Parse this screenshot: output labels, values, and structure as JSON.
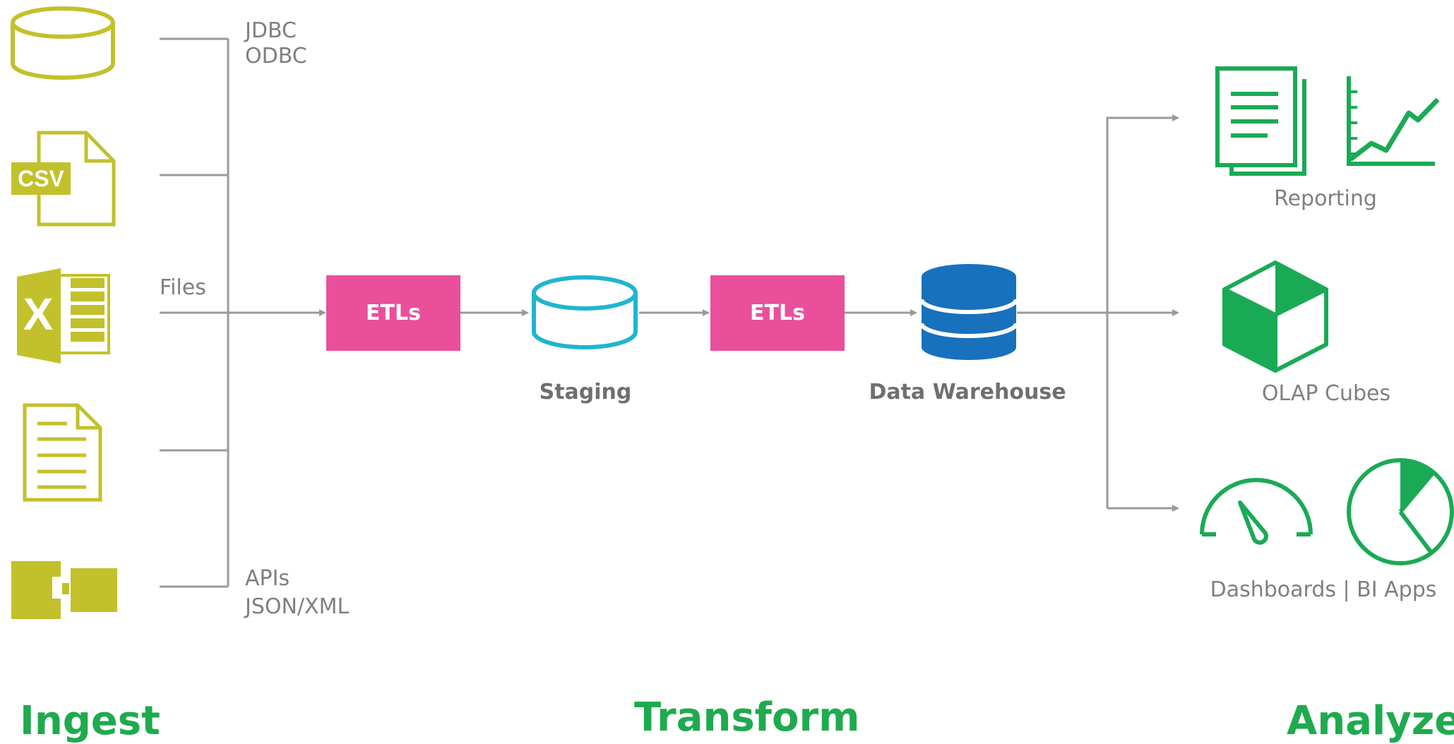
{
  "colors": {
    "source_icon": "#c2c12b",
    "connector": "#9a9a9a",
    "etl_box": "#ea4f9b",
    "staging": "#1fb5cf",
    "warehouse": "#1771bd",
    "analyze_icon": "#1aaa55",
    "stage_title": "#1faa4f"
  },
  "sources": {
    "icons": [
      "database-icon",
      "csv-file-icon",
      "excel-icon",
      "document-icon",
      "api-icon"
    ],
    "csv_tag": "CSV",
    "excel_letter": "X",
    "labels": {
      "jdbc": "JDBC",
      "odbc": "ODBC",
      "files": "Files",
      "apis": "APIs",
      "json_xml": "JSON/XML"
    }
  },
  "transform": {
    "etl1": "ETLs",
    "staging": "Staging",
    "etl2": "ETLs",
    "warehouse": "Data Warehouse"
  },
  "analyze": {
    "reporting": "Reporting",
    "olap": "OLAP Cubes",
    "dashboards": "Dashboards | BI Apps"
  },
  "stages": {
    "ingest": "Ingest",
    "transform": "Transform",
    "analyze": "Analyze"
  }
}
